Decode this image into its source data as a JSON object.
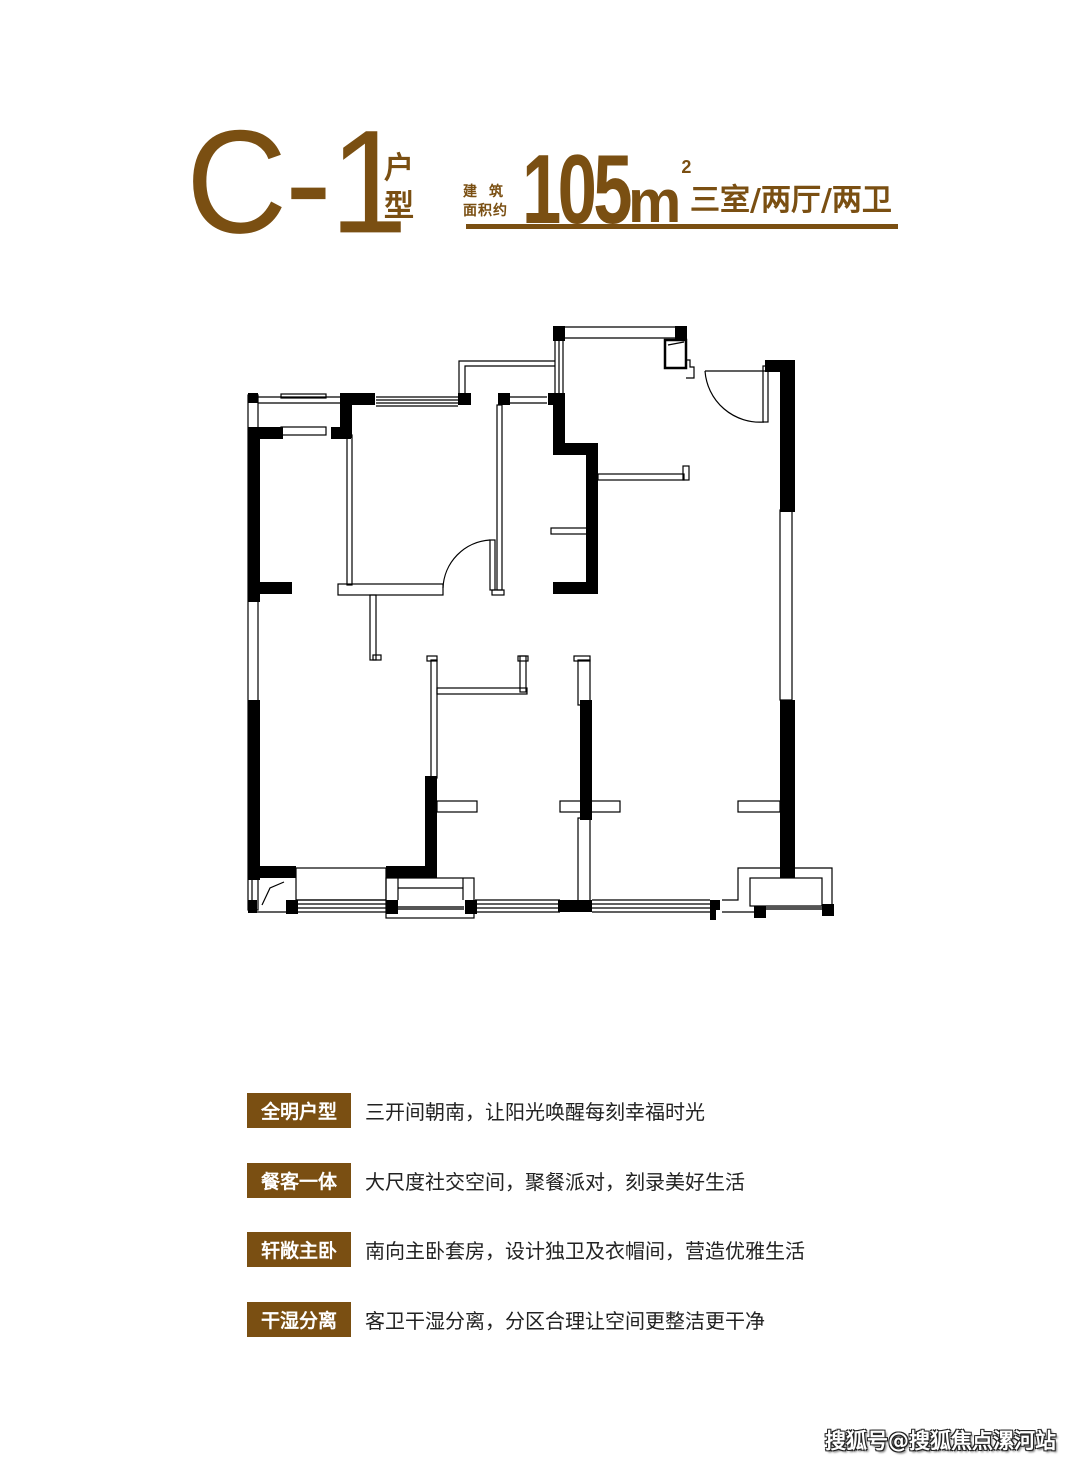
{
  "header": {
    "unit_code": "C-1",
    "unit_type_label": "户型",
    "area_label_line1": "建筑",
    "area_label_line2": "面积约",
    "area_value": "105",
    "area_unit": "m",
    "area_unit_sup": "2",
    "room_config": "三室/两厅/两卫"
  },
  "colors": {
    "brand_brown": "#7a4f12",
    "wall": "#000000",
    "text": "#222222",
    "background": "#ffffff"
  },
  "floorplan": {
    "description": "C-1 unit floor plan: three bedrooms, two living rooms, two bathrooms"
  },
  "features": [
    {
      "badge": "全明户型",
      "text": "三开间朝南，让阳光唤醒每刻幸福时光"
    },
    {
      "badge": "餐客一体",
      "text": "大尺度社交空间，聚餐派对，刻录美好生活"
    },
    {
      "badge": "轩敞主卧",
      "text": "南向主卧套房，设计独卫及衣帽间，营造优雅生活"
    },
    {
      "badge": "干湿分离",
      "text": "客卫干湿分离，分区合理让空间更整洁更干净"
    }
  ],
  "watermark": "搜狐号@搜狐焦点漯河站"
}
